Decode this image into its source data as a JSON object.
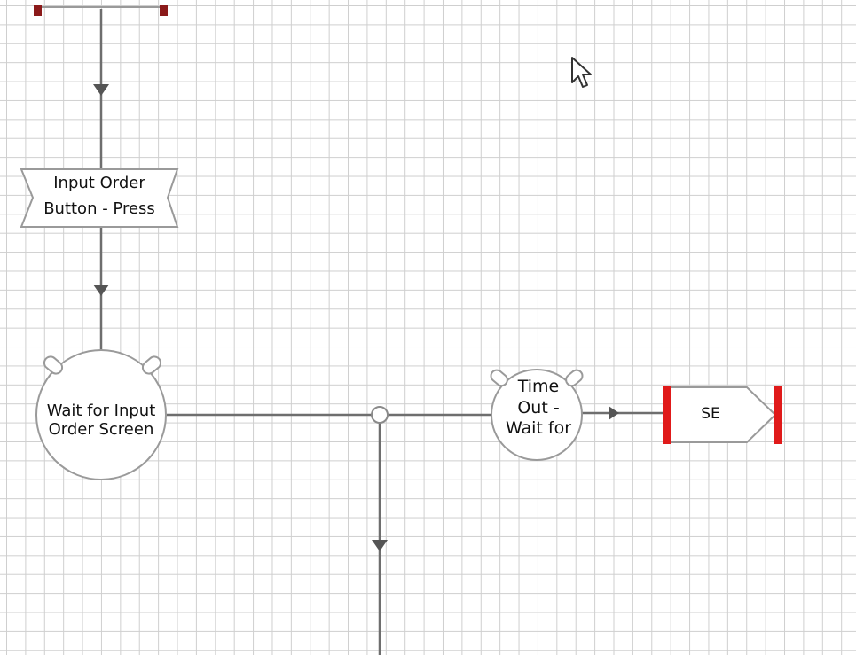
{
  "colors": {
    "line": "#6e6e6e",
    "shape_stroke": "#9a9a9a",
    "accent_red": "#e01a1a",
    "dark_red": "#8b1a1a"
  },
  "nodes": {
    "input_order": {
      "line1": "Input Order",
      "line2": "Button - Press"
    },
    "wait_input": {
      "line1": "Wait for Input",
      "line2": "Order Screen"
    },
    "timeout": {
      "line1": "Time",
      "line2": "Out -",
      "line3": "Wait for"
    },
    "se": {
      "label": "SE"
    }
  },
  "icons": {
    "cursor": "mouse-pointer-icon"
  }
}
